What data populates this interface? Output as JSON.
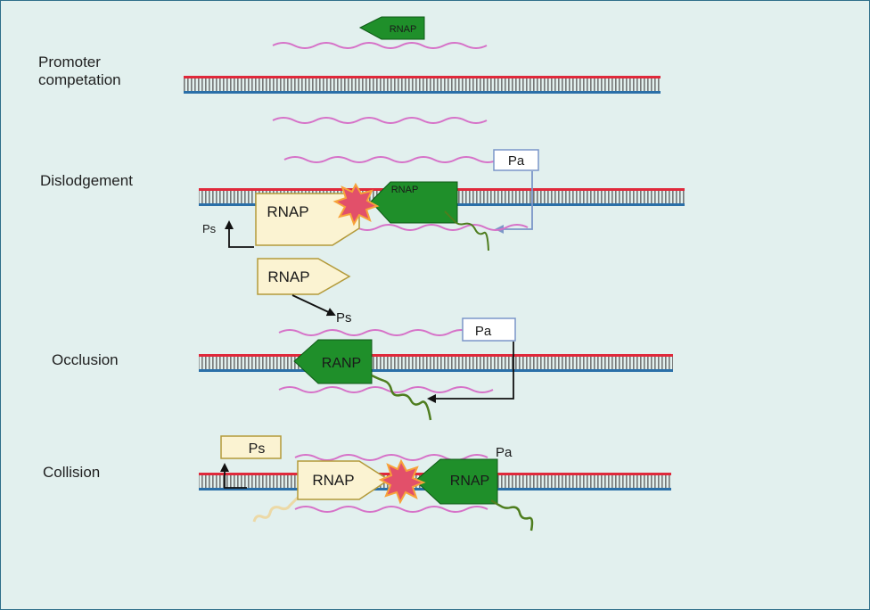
{
  "panels": {
    "promoter_competation": "Promoter\ncompetation",
    "dislodgement": "Dislodgement",
    "occlusion": "Occlusion",
    "collision": "Collision"
  },
  "labels": {
    "rnap": "RNAP",
    "ranp": "RANP",
    "pa": "Pa",
    "ps": "Ps"
  },
  "colors": {
    "background": "#e2f0ee",
    "dna_top_strand": "#e0283a",
    "dna_bottom_strand": "#2a6fa8",
    "dna_rungs": "#5a5a5a",
    "rna": "#d672c8",
    "rnap_green": "#1f8f2a",
    "rnap_cream": "#fbf3d2",
    "rnap_cream_border": "#b39a3a",
    "pa_box_border": "#7b96c8",
    "transcript_green": "#4e7d1e",
    "transcript_tan": "#ecd9a6",
    "collision_burst": "#e2506a",
    "collision_burst_rim": "#f7a23a"
  }
}
